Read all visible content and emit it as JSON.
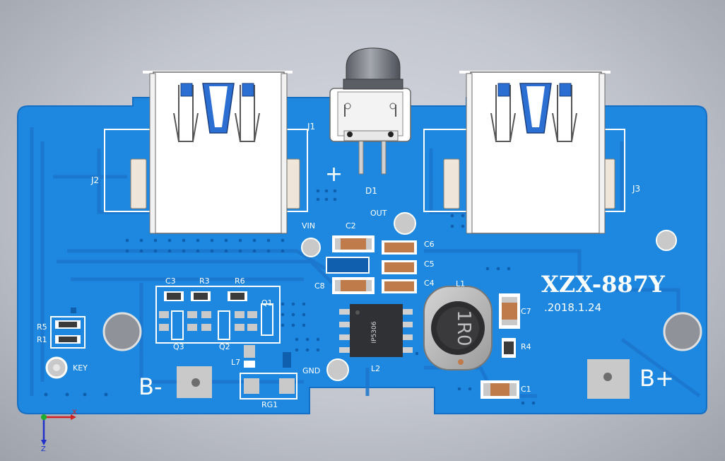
{
  "board": {
    "model": "XZX-887Y",
    "date": ".2018.1.24",
    "colors": {
      "background": "#c8cad2",
      "pcb": "#1e88e0",
      "pcb_edge": "#1570c4",
      "trace": "#1b76cc",
      "silkscreen": "#ffffff",
      "usb_body": "#ffffff",
      "usb_inner": "#2b6fd3",
      "pad": "#c9c9c9"
    }
  },
  "labels": {
    "j1": "J1",
    "j2": "J2",
    "j3": "J3",
    "d1": "D1",
    "plus": "+",
    "c2": "C2",
    "c3": "C3",
    "c4": "C4",
    "c5": "C5",
    "c6": "C6",
    "c7": "C7",
    "c8": "C8",
    "c1": "C1",
    "r1": "R1",
    "r3": "R3",
    "r4": "R4",
    "r5": "R5",
    "r6": "R6",
    "l1": "L1",
    "l2": "L2",
    "l7": "L7",
    "q1": "Q1",
    "q2": "Q2",
    "q3": "Q3",
    "vin": "VIN",
    "out": "OUT",
    "gnd": "GND",
    "key": "KEY",
    "bminus": "B-",
    "bplus": "B+",
    "rg1": "RG1",
    "inductor_marking": "1R0",
    "ic_marking": "IP5306"
  },
  "axes": {
    "x": "X",
    "z": "Z"
  },
  "icons": {
    "axis_triad": "xyz-axis-triad-icon",
    "led": "led-icon",
    "usb": "usb-port-icon"
  }
}
